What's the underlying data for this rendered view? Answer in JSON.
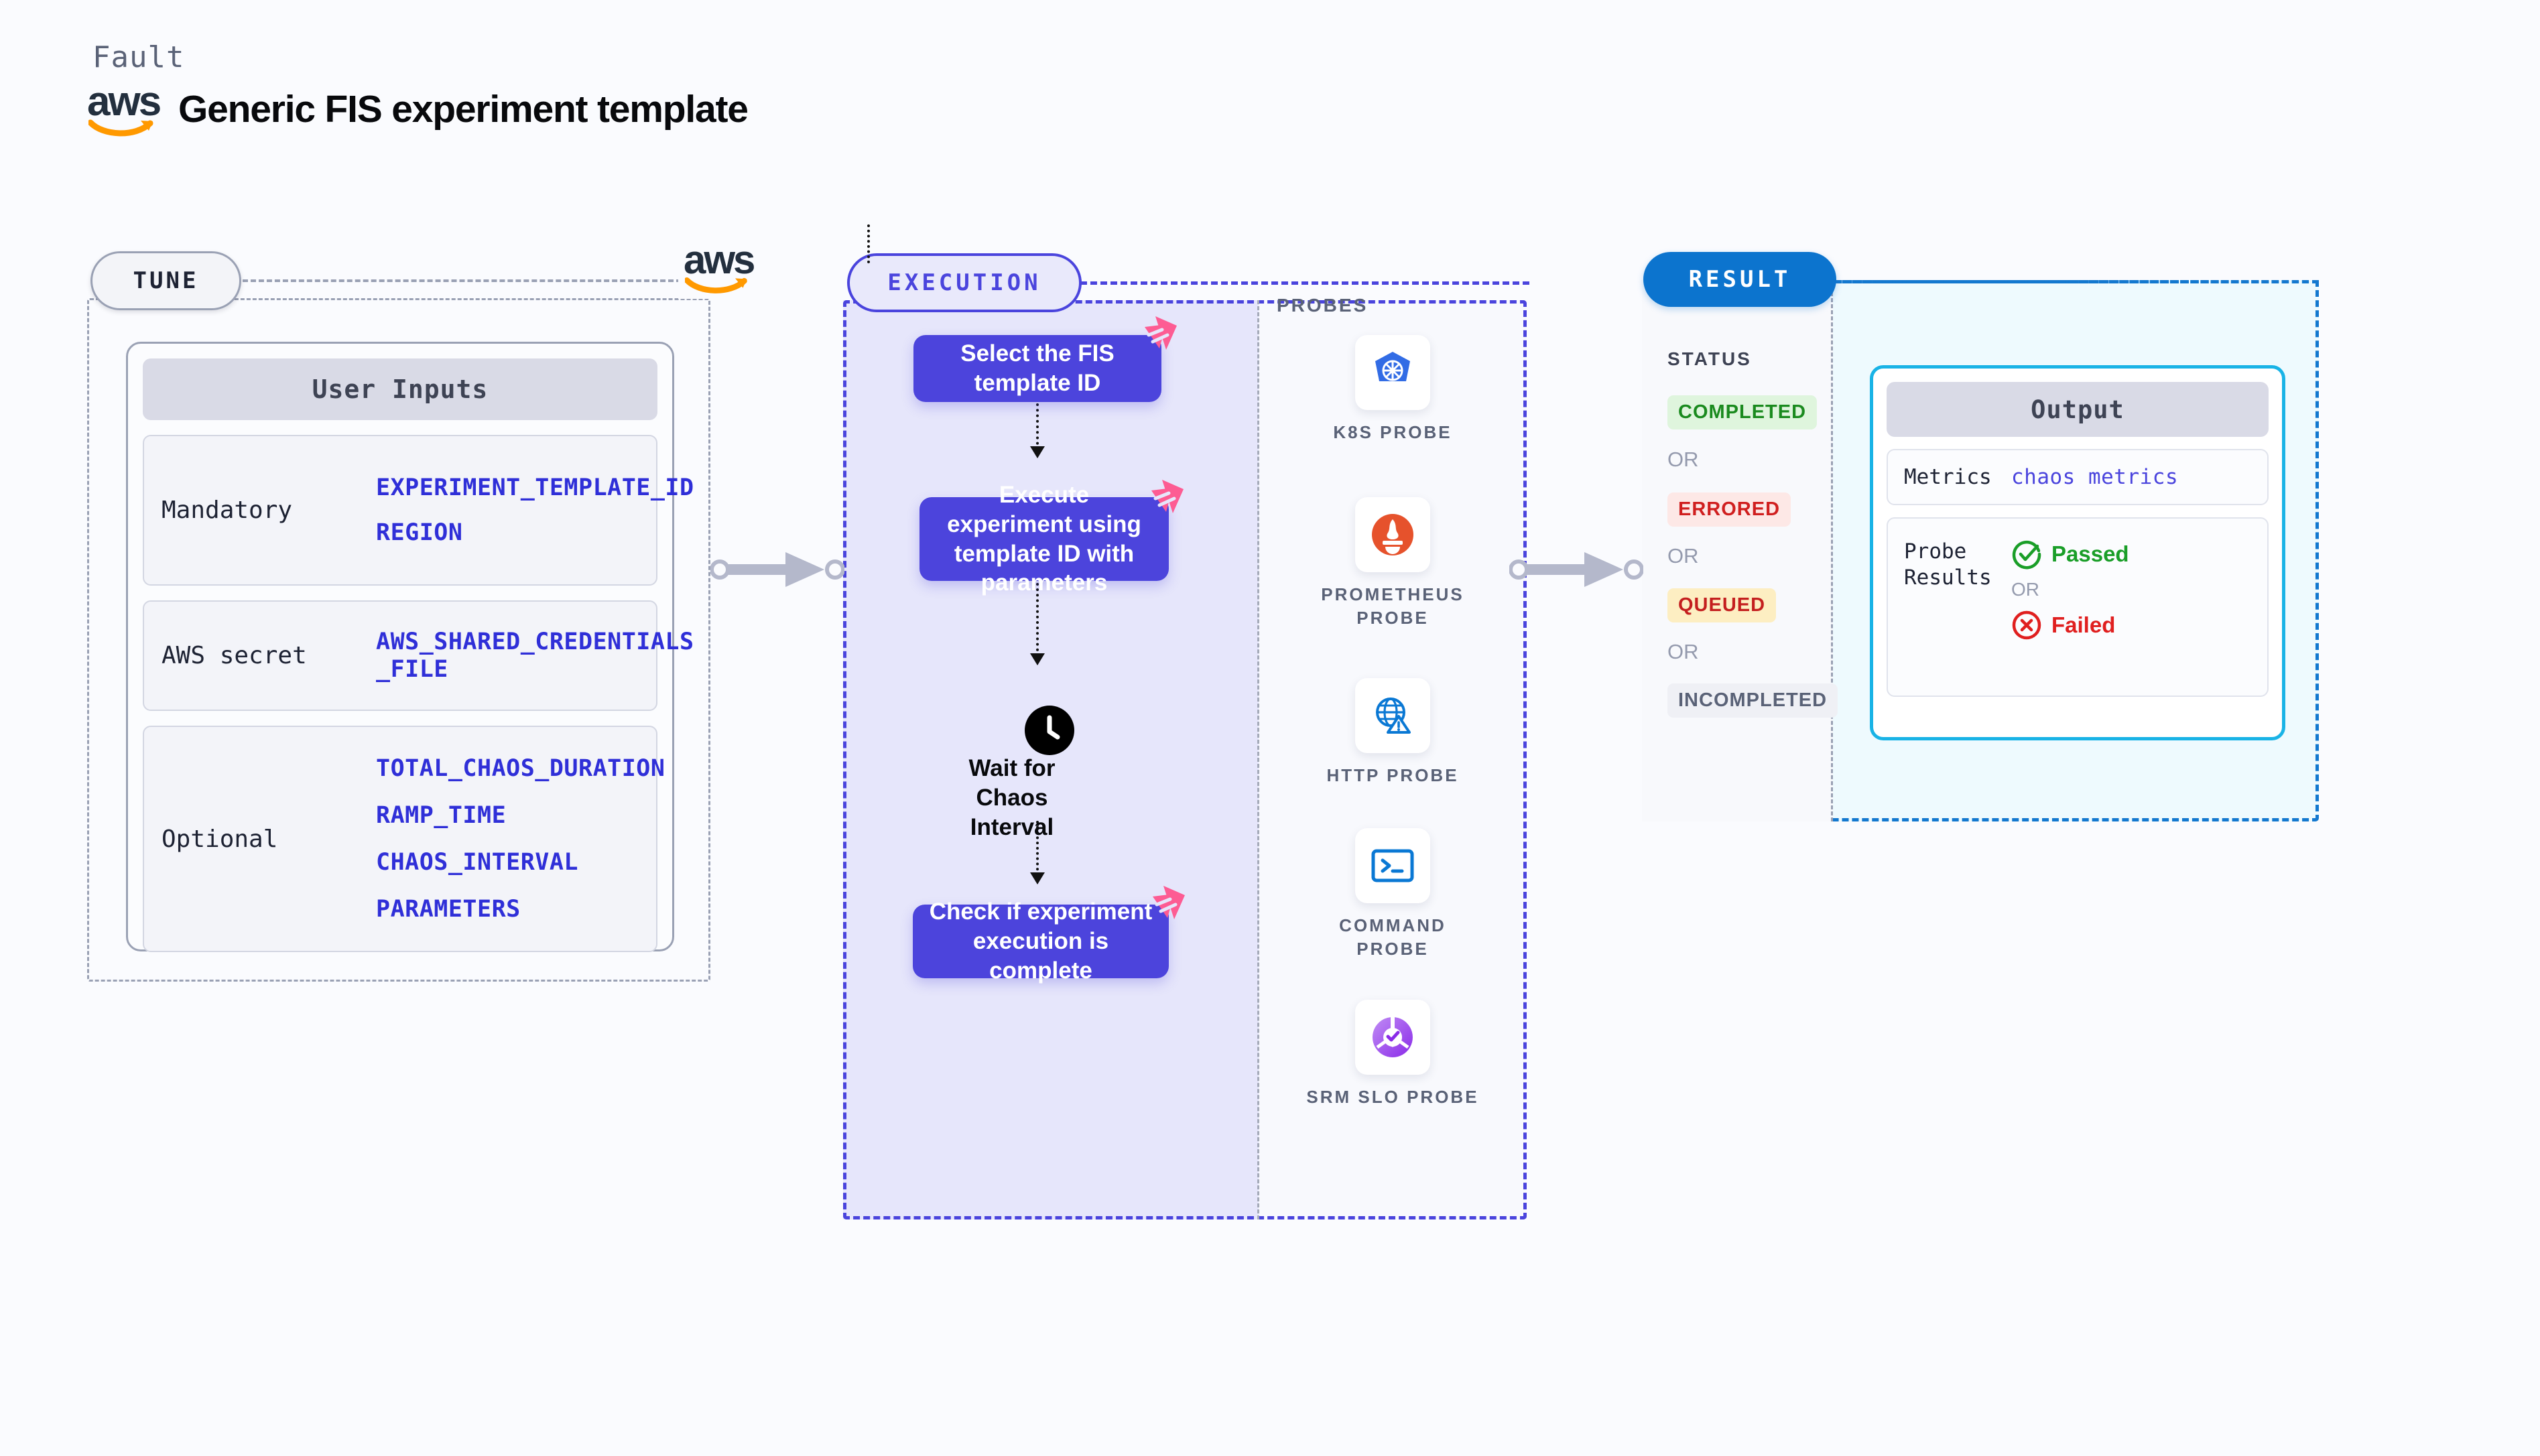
{
  "header": {
    "fault_label": "Fault",
    "title": "Generic FIS experiment template",
    "logo_text": "aws"
  },
  "tune": {
    "badge": "TUNE",
    "aws_mark_text": "aws",
    "card_title": "User Inputs",
    "rows": [
      {
        "label": "Mandatory",
        "values": [
          "EXPERIMENT_TEMPLATE_ID",
          "REGION"
        ]
      },
      {
        "label": "AWS secret",
        "values": [
          "AWS_SHARED_CREDENTIALS\n_FILE"
        ]
      },
      {
        "label": "Optional",
        "values": [
          "TOTAL_CHAOS_DURATION",
          "RAMP_TIME",
          "CHAOS_INTERVAL",
          "PARAMETERS"
        ]
      }
    ]
  },
  "execution": {
    "badge": "EXECUTION",
    "steps": [
      {
        "text": "Select the FIS template ID",
        "has_harness_badge": true
      },
      {
        "text": "Execute experiment using template ID with parameters",
        "has_harness_badge": true
      },
      {
        "text": "Wait for Chaos Interval",
        "icon": "clock-icon",
        "has_harness_badge": false
      },
      {
        "text": "Check if experiment execution is complete",
        "has_harness_badge": true
      }
    ],
    "probes_label": "PROBES",
    "probes": [
      {
        "name": "K8S PROBE",
        "icon": "kubernetes-icon"
      },
      {
        "name": "PROMETHEUS PROBE",
        "icon": "prometheus-icon"
      },
      {
        "name": "HTTP PROBE",
        "icon": "http-globe-icon"
      },
      {
        "name": "COMMAND PROBE",
        "icon": "terminal-icon"
      },
      {
        "name": "SRM SLO PROBE",
        "icon": "srm-slo-icon"
      }
    ]
  },
  "result": {
    "badge": "RESULT",
    "status_label": "STATUS",
    "or_label": "OR",
    "statuses": [
      {
        "label": "COMPLETED",
        "bg": "#dff5dd",
        "fg": "#1a8a1e"
      },
      {
        "label": "ERRORED",
        "bg": "#fde8e6",
        "fg": "#d01f1f"
      },
      {
        "label": "QUEUED",
        "bg": "#fdeec2",
        "fg": "#c41f1f"
      },
      {
        "label": "INCOMPLETED",
        "bg": "#eff0f5",
        "fg": "#5a6277"
      }
    ],
    "output": {
      "card_title": "Output",
      "metrics_label": "Metrics",
      "metrics_value": "chaos metrics",
      "probe_results_label": "Probe Results",
      "passed_label": "Passed",
      "failed_label": "Failed",
      "or_label": "OR"
    }
  },
  "colors": {
    "purple": "#4c44dc",
    "pink": "#fd5c93",
    "blue": "#0c74ce",
    "cyan": "#19b3e6",
    "aws_orange": "#ff9900",
    "aws_navy": "#232f3e",
    "green": "#1a9e28",
    "red": "#e01f1f",
    "var_blue": "#2f2fd8",
    "background": "#fafbfe"
  }
}
